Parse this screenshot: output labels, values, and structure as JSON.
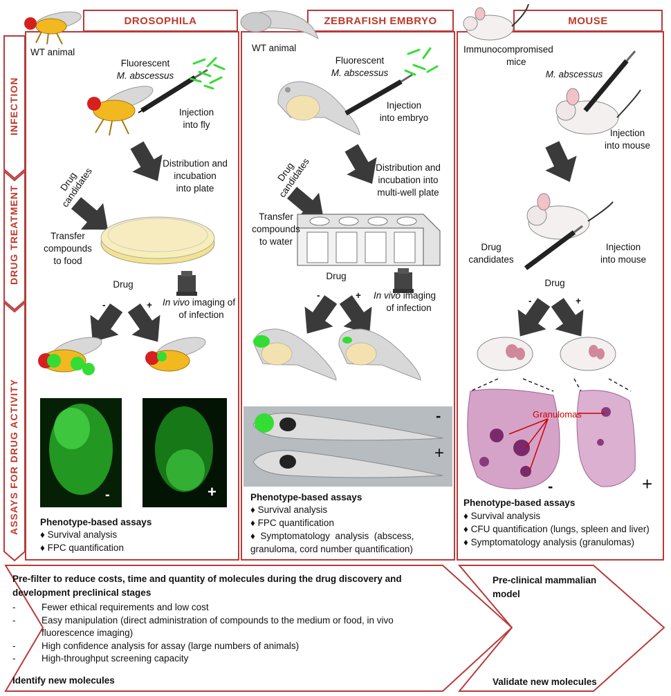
{
  "headers": {
    "drosophila": "DROSOPHILA",
    "zebrafish": "ZEBRAFISH EMBRYO",
    "mouse": "MOUSE"
  },
  "side_labels": {
    "infection": "INFECTION",
    "drug_treatment": "DRUG TREATMENT",
    "assays": "ASSAYS FOR DRUG ACTIVITY"
  },
  "drosophila": {
    "wt": "WT animal",
    "fluorescent": "Fluorescent",
    "species": "M. abscessus",
    "injection": "Injection",
    "into": "into fly",
    "dist1": "Distribution and",
    "dist2": "incubation",
    "dist3": "into plate",
    "drug_cand1": "Drug",
    "drug_cand2": "candidates",
    "transfer1": "Transfer",
    "transfer2": "compounds",
    "transfer3": "to food",
    "drug": "Drug",
    "minus": "-",
    "plus": "+",
    "invivo1a": "In vivo",
    "invivo1b": " imaging of",
    "invivo2": "of infection",
    "img_minus": "-",
    "img_plus": "+",
    "assays_title": "Phenotype-based assays",
    "assays": [
      "♦ Survival analysis",
      "♦ FPC quantification"
    ]
  },
  "zebrafish": {
    "wt": "WT animal",
    "fluorescent": "Fluorescent",
    "species": "M. abscessus",
    "injection": "Injection",
    "into": "into embryo",
    "dist1": "Distribution and",
    "dist2": "incubation into",
    "dist3": "multi-well plate",
    "drug_cand1": "Drug",
    "drug_cand2": "candidates",
    "transfer1": "Transfer",
    "transfer2": "compounds",
    "transfer3": "to water",
    "drug": "Drug",
    "minus": "-",
    "plus": "+",
    "invivo1a": "In vivo",
    "invivo1b": " imaging",
    "invivo2": "of infection",
    "img_minus": "-",
    "img_plus": "+",
    "assays_title": "Phenotype-based assays",
    "assays": [
      "♦ Survival analysis",
      "♦ FPC quantification",
      "♦  Symptomatology  analysis  (abscess,",
      "granuloma, cord number quantification)"
    ]
  },
  "mouse": {
    "immuno1": "Immunocompromised",
    "immuno2": "mice",
    "species": "M. abscessus",
    "injection": "Injection",
    "into": "into mouse",
    "drug_cand1": "Drug",
    "drug_cand2": "candidates",
    "injection2": "Injection",
    "into2": "into mouse",
    "drug": "Drug",
    "minus": "-",
    "plus": "+",
    "granulomas": "Granulomas",
    "img_minus": "-",
    "img_plus": "+",
    "assays_title": "Phenotype-based assays",
    "assays": [
      "♦ Survival analysis",
      "♦ CFU quantification (lungs, spleen and liver)",
      "♦ Symptomatology analysis (granulomas)"
    ]
  },
  "bottom_left": {
    "title1": "Pre-filter to reduce costs, time and quantity of molecules during the drug discovery and",
    "title2": "development preclinical stages",
    "items": [
      "Fewer ethical requirements and low cost",
      "Easy manipulation (direct administration of compounds to the medium or food, in vivo",
      "fluorescence imaging)",
      "High confidence analysis for assay (large numbers of animals)",
      "High-throughput screening capacity"
    ],
    "footer": "Identify new molecules"
  },
  "bottom_right": {
    "title1": "Pre-clinical mammalian",
    "title2": "model",
    "footer": "Validate new molecules"
  },
  "colors": {
    "accent": "#c0392b",
    "border": "#b83a3a",
    "fluorescent_green": "#33dd33",
    "fly_body": "#f2b820",
    "embryo": "#d8d8d8",
    "yolk": "#f3e2b0",
    "tissue": "#b2548f"
  }
}
